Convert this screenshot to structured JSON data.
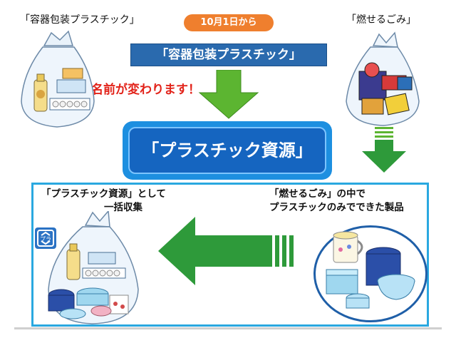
{
  "labels": {
    "bag_left": "「容器包装プラスチック」",
    "bag_right": "「燃せるごみ」",
    "date": "10月1日から",
    "old_name": "「容器包装プラスチック」",
    "rename_notice": "名前が変わります！",
    "new_name": "「プラスチック資源」",
    "collect_line1": "「プラスチック資源」として",
    "collect_line2": "一括収集",
    "burnable_line1": "「燃せるごみ」の中で",
    "burnable_line2": "プラスチックのみでできた製品"
  },
  "colors": {
    "date_pill": "#ef7f2e",
    "old_name_bg": "#2a6aae",
    "rename_text": "#e2231a",
    "new_name_bg": "#1565c0",
    "arrow_green": "#5cb531",
    "panel_border": "#2aa8e0"
  },
  "icons": {
    "recycle_mark": "plastic-recycle-mark-icon"
  }
}
